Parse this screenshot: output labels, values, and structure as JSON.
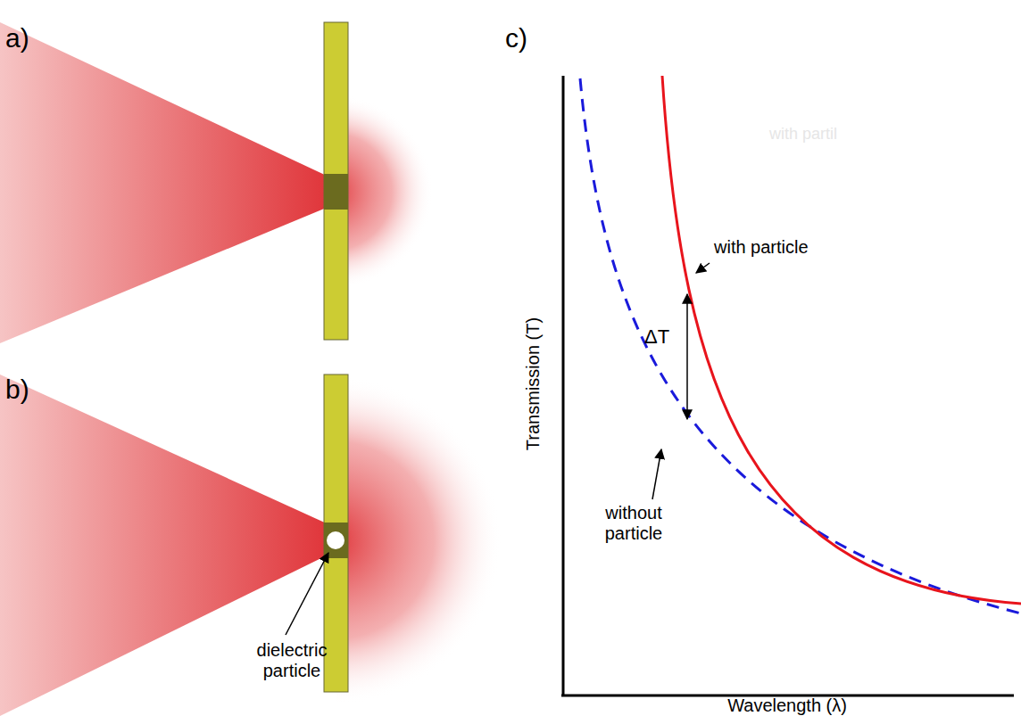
{
  "diagram": {
    "labels": [
      "a)",
      "b)",
      "c)",
      "dielectric particle",
      "Transmission (T)",
      "Wavelength (λ)",
      "with particle",
      "without particle",
      "ΔT",
      "with partil"
    ]
  }
}
